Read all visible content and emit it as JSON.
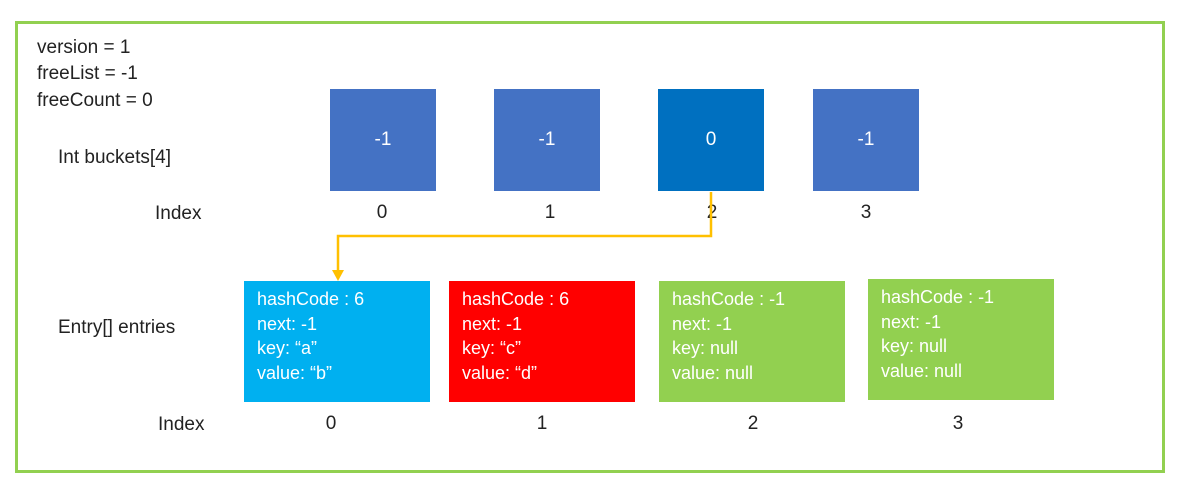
{
  "status": {
    "version": "version = 1",
    "freeList": "freeList = -1",
    "freeCount": "freeCount = 0"
  },
  "buckets": {
    "label": "Int buckets[4]",
    "index_label": "Index",
    "cells": [
      {
        "value": "-1",
        "index": "0",
        "color": "#4472C4"
      },
      {
        "value": "-1",
        "index": "1",
        "color": "#4472C4"
      },
      {
        "value": "0",
        "index": "2",
        "color": "#0070C0"
      },
      {
        "value": "-1",
        "index": "3",
        "color": "#4472C4"
      }
    ]
  },
  "entries": {
    "label": "Entry[] entries",
    "index_label": "Index",
    "cells": [
      {
        "index": "0",
        "color": "#00B0F0",
        "hashCode": "hashCode : 6",
        "next": "next: -1",
        "key": "key: “a”",
        "value": "value: “b”"
      },
      {
        "index": "1",
        "color": "#FF0000",
        "hashCode": "hashCode : 6",
        "next": "next: -1",
        "key": "key: “c”",
        "value": "value: “d”"
      },
      {
        "index": "2",
        "color": "#92D050",
        "hashCode": "hashCode : -1",
        "next": "next: -1",
        "key": "key: null",
        "value": "value: null"
      },
      {
        "index": "3",
        "color": "#92D050",
        "hashCode": "hashCode : -1",
        "next": "next: -1",
        "key": "key: null",
        "value": "value: null"
      }
    ]
  },
  "colors": {
    "frame_border": "#92D050",
    "arrow": "#FFC000"
  }
}
